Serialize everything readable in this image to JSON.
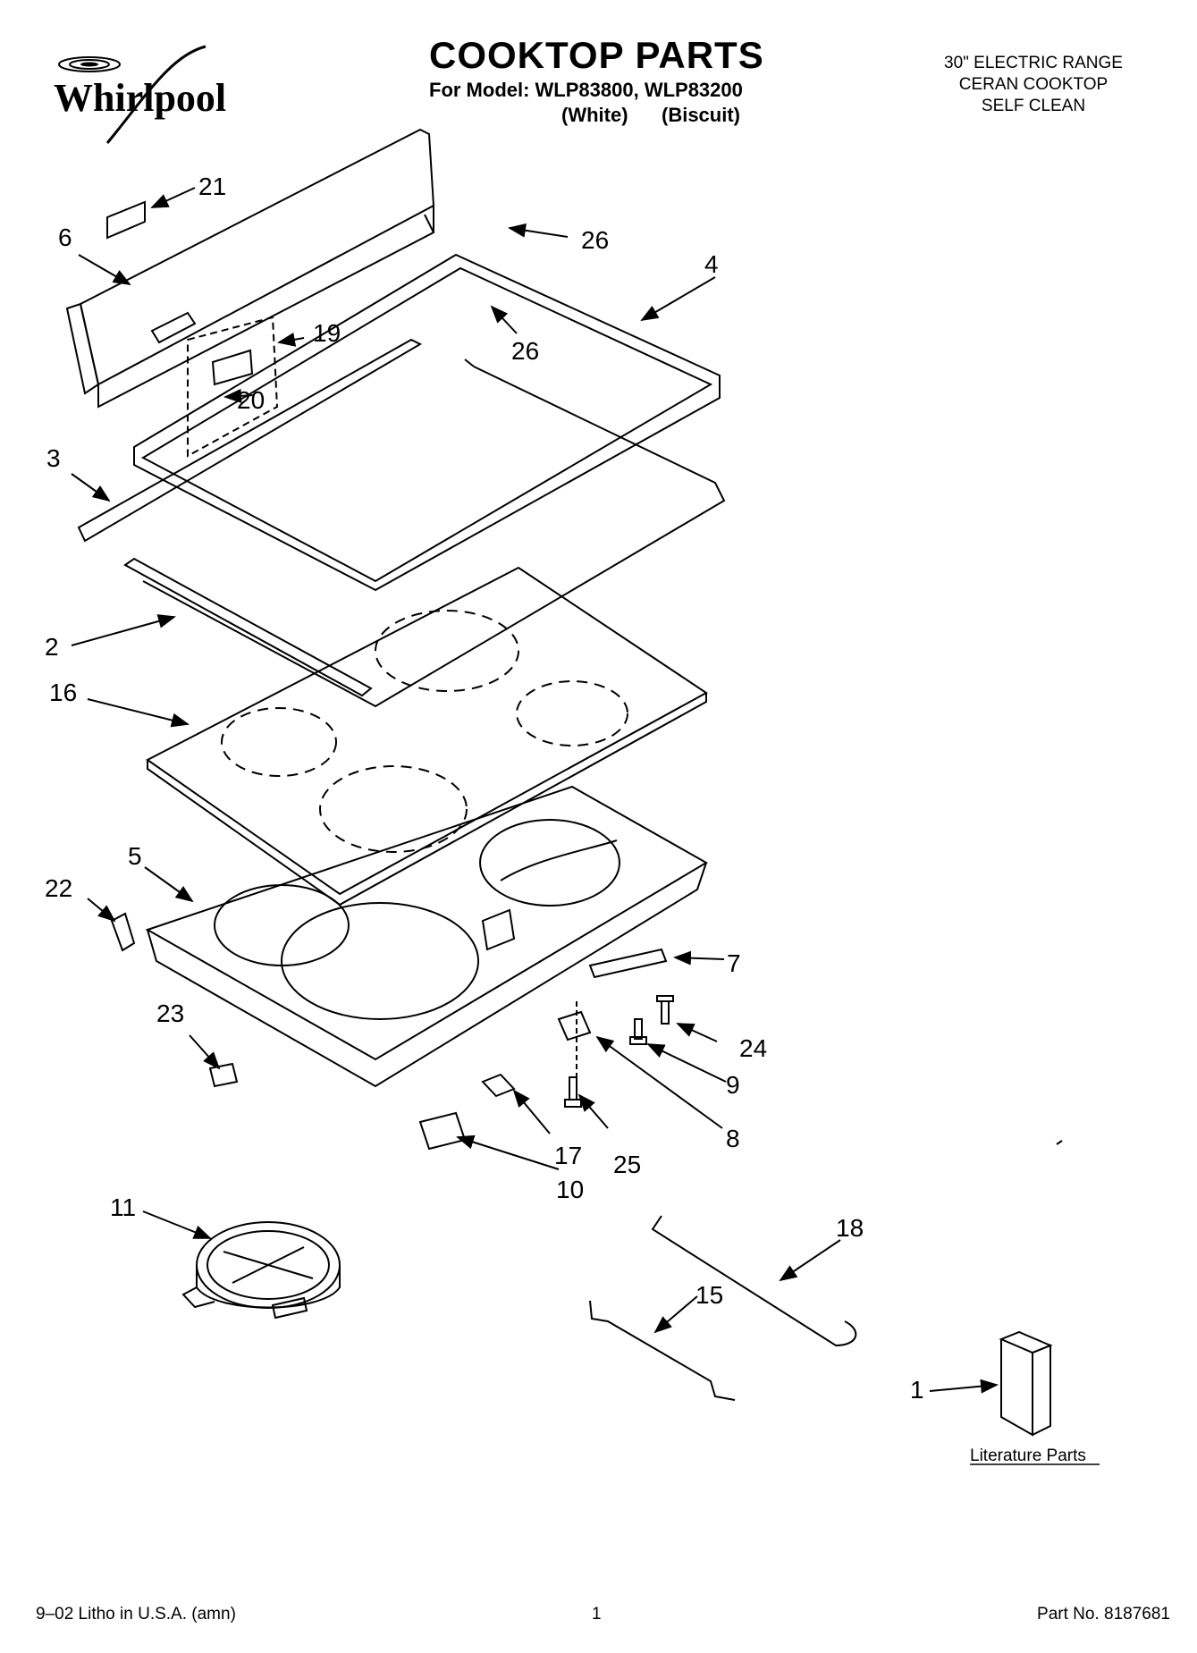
{
  "header": {
    "brand": "Whirlpool",
    "title": "COOKTOP PARTS",
    "model_line": "For Model: WLP83800, WLP83200",
    "variant_white": "(White)",
    "variant_biscuit": "(Biscuit)",
    "spec_lines": [
      "30\" ELECTRIC RANGE",
      "CERAN COOKTOP",
      "SELF CLEAN"
    ]
  },
  "callouts": {
    "c1": "1",
    "c2": "2",
    "c3": "3",
    "c4": "4",
    "c5": "5",
    "c6": "6",
    "c7": "7",
    "c8": "8",
    "c9": "9",
    "c10": "10",
    "c11": "11",
    "c15": "15",
    "c16": "16",
    "c17": "17",
    "c18": "18",
    "c19": "19",
    "c20": "20",
    "c21": "21",
    "c22": "22",
    "c23": "23",
    "c24": "24",
    "c25": "25",
    "c26a": "26",
    "c26b": "26"
  },
  "literature_label": "Literature Parts",
  "footer": {
    "litho": "9–02 Litho in U.S.A. (amn)",
    "page": "1",
    "part_no": "Part No. 8187681"
  }
}
